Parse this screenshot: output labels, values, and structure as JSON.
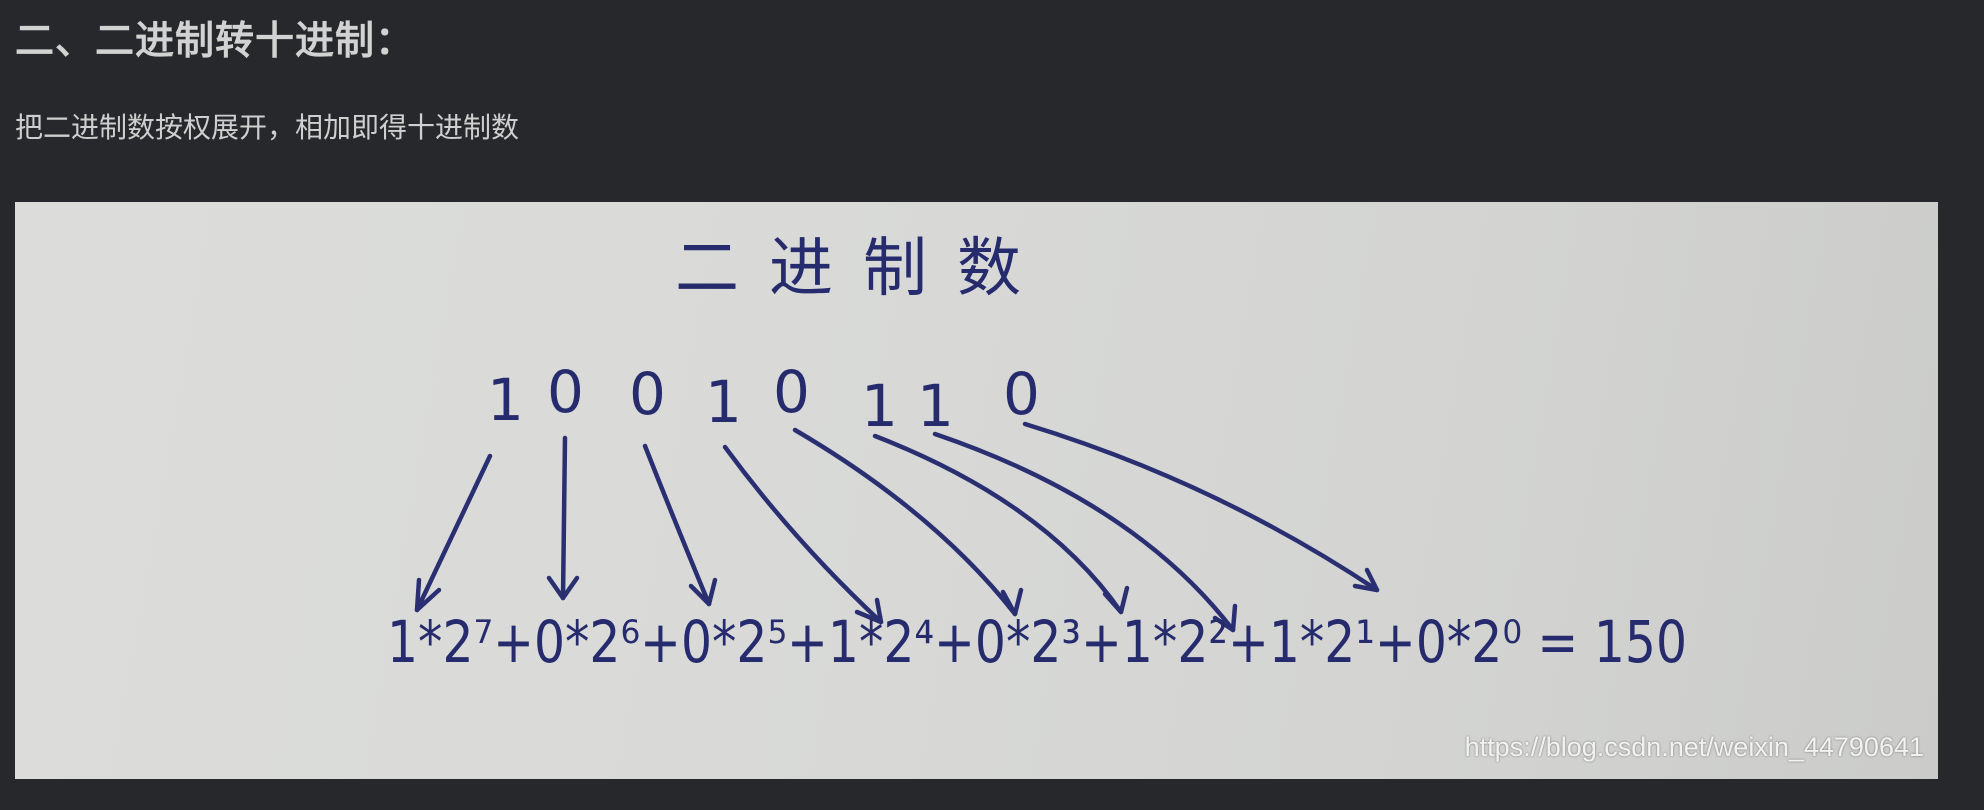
{
  "heading": "二、二进制转十进制：",
  "paragraph": "把二进制数按权展开，相加即得十进制数",
  "photo": {
    "title": "二进制数",
    "digits": [
      "1",
      "0",
      "0",
      "1",
      "0",
      "1",
      "1",
      "0"
    ],
    "expansion": "1*2⁷+0*2⁶+0*2⁵+1*2⁴+0*2³+1*2²+1*2¹+0*2⁰ = 150",
    "watermark": "https://blog.csdn.net/weixin_44790641"
  },
  "colors": {
    "background": "#27282b",
    "ink": "#2a2f72",
    "paper": "#d9dad8"
  }
}
